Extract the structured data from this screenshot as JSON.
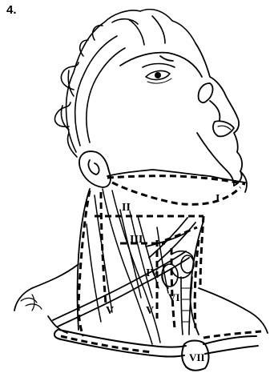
{
  "figure": {
    "number_label": "4."
  },
  "levels": {
    "I": "I",
    "II": "II",
    "III": "III",
    "IV": "IV",
    "V_left": "V",
    "V_right": "V",
    "VI": "VI",
    "VII": "VII"
  }
}
